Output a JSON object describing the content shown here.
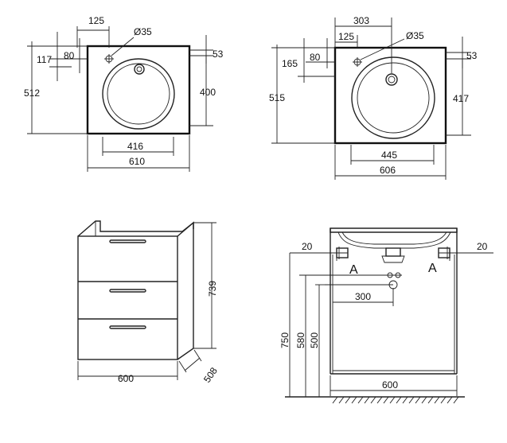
{
  "views": {
    "top_left": {
      "hole_diameter": "Ø35",
      "dims": [
        "125",
        "117",
        "80",
        "512",
        "53",
        "400",
        "416",
        "610"
      ]
    },
    "top_right": {
      "hole_diameter": "Ø35",
      "dims": [
        "303",
        "125",
        "165",
        "80",
        "515",
        "53",
        "417",
        "445",
        "606"
      ]
    },
    "cabinet": {
      "dims": [
        "739",
        "600",
        "508"
      ]
    },
    "section": {
      "dims": [
        "20",
        "20",
        "300",
        "750",
        "580",
        "500",
        "600"
      ],
      "section_mark_left": "A",
      "section_mark_right": "A"
    }
  },
  "colors": {
    "line": "#111111",
    "background": "#ffffff"
  }
}
